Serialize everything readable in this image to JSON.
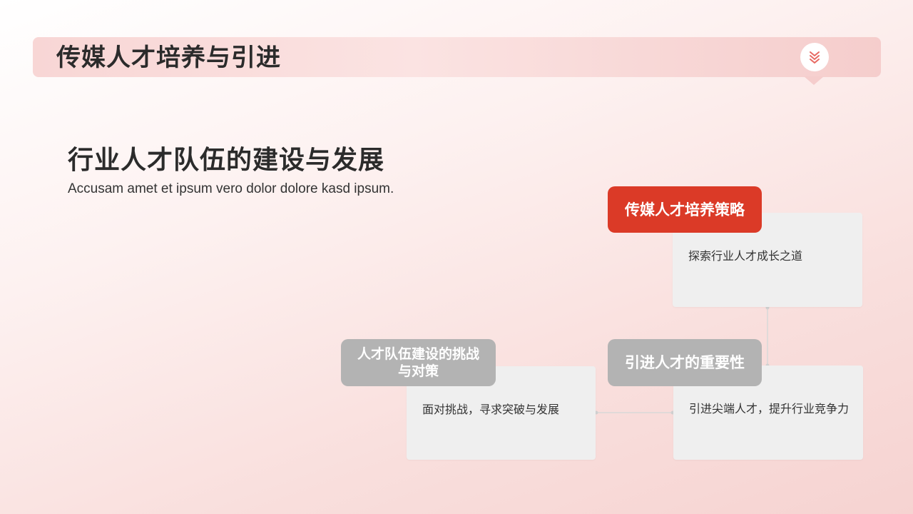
{
  "header": {
    "title": "传媒人才培养与引进",
    "icon": "chevron-double-down-icon",
    "accent_color": "#e86a63"
  },
  "section": {
    "title": "行业人才队伍的建设与发展",
    "subtitle": "Accusam amet et ipsum vero dolor dolore kasd ipsum."
  },
  "nodes": [
    {
      "label": "传媒人才培养策略",
      "description": "探索行业人才成长之道",
      "color": "#db3a27"
    },
    {
      "label": "引进人才的重要性",
      "description": "引进尖端人才，提升行业竞争力",
      "color": "#b3b3b3"
    },
    {
      "label": "人才队伍建设的挑战与对策",
      "description": "面对挑战，寻求突破与发展",
      "color": "#b3b3b3"
    }
  ]
}
